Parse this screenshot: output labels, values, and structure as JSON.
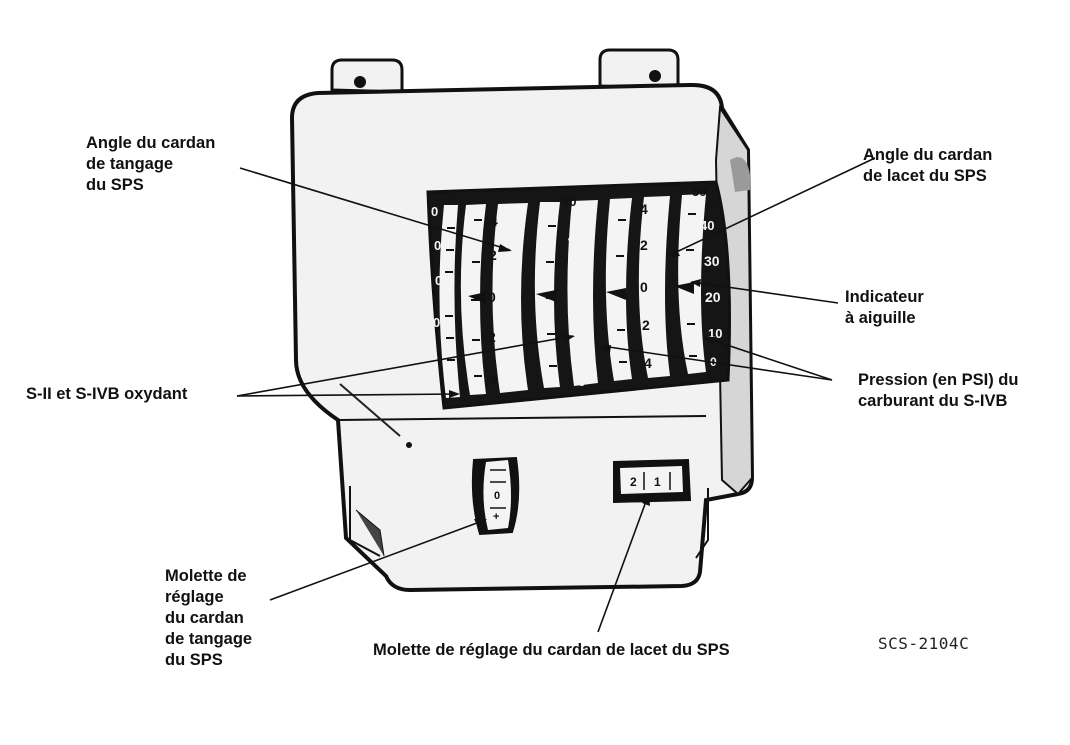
{
  "figure": {
    "reference_code": "SCS-2104C",
    "subject": "instrument-panel-gauge",
    "colors": {
      "line": "#111111",
      "housing": "#f2f2f2",
      "face": "#151515",
      "tape": "#f4f4f4"
    }
  },
  "labels": {
    "pitch_gimbal_angle": "Angle du cardan\nde tangage\ndu SPS",
    "yaw_gimbal_angle": "Angle du cardan\nde lacet du SPS",
    "needle_indicator": "Indicateur\nà aiguille",
    "oxidizer": "S-II et S-IVB oxydant",
    "fuel_pressure": "Pression (en PSI) du\ncarburant du S-IVB",
    "pitch_thumbwheel": "Molette de\nréglage\ndu cardan\nde tangage\ndu SPS",
    "yaw_thumbwheel": "Molette de réglage du cardan de lacet du SPS"
  }
}
